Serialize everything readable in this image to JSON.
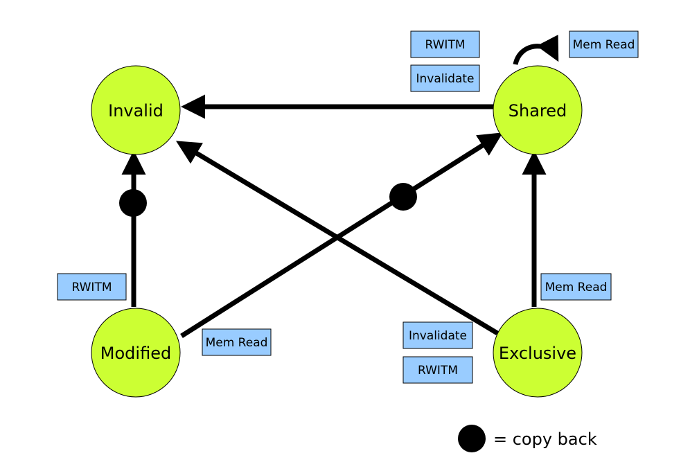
{
  "colors": {
    "state_fill": "#ccff33",
    "label_fill": "#99ccff",
    "stroke": "#000000"
  },
  "states": {
    "invalid": "Invalid",
    "shared": "Shared",
    "modified": "Modified",
    "exclusive": "Exclusive"
  },
  "labels": {
    "shared_rwitm": "RWITM",
    "shared_invalidate": "Invalidate",
    "shared_mem_read": "Mem Read",
    "modified_rwitm": "RWITM",
    "modified_mem_read": "Mem Read",
    "exclusive_mem_read": "Mem Read",
    "exclusive_invalidate": "Invalidate",
    "exclusive_rwitm": "RWITM"
  },
  "legend": {
    "text": "= copy back"
  }
}
